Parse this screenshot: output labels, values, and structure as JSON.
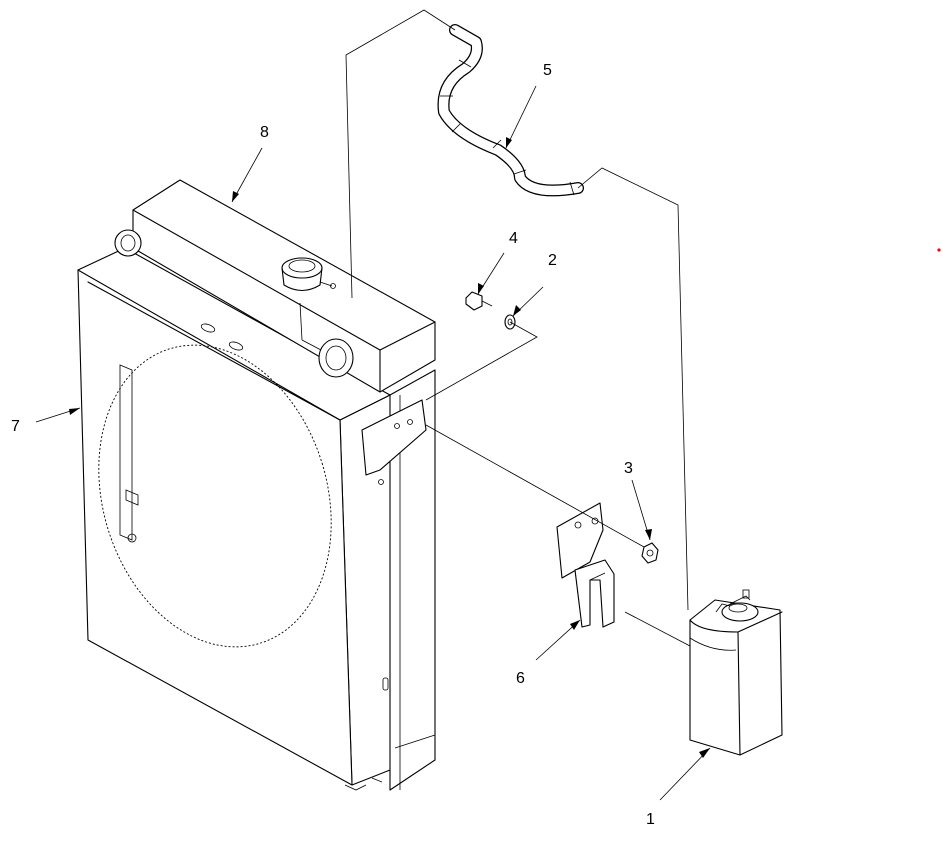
{
  "callouts": {
    "c1": "1",
    "c2": "2",
    "c3": "3",
    "c4": "4",
    "c5": "5",
    "c6": "6",
    "c7": "7",
    "c8": "8"
  },
  "colors": {
    "line": "#000000",
    "background": "#ffffff",
    "marker": "#ff0000"
  }
}
